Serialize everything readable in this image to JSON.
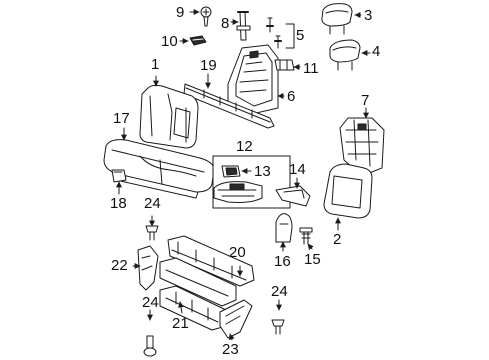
{
  "colors": {
    "line": "#1a1a1a",
    "fill": "#ffffff",
    "shade": "#2b2b2b"
  },
  "callouts": [
    {
      "id": "c9",
      "label": "9"
    },
    {
      "id": "c8",
      "label": "8"
    },
    {
      "id": "c3",
      "label": "3"
    },
    {
      "id": "c10",
      "label": "10"
    },
    {
      "id": "c5",
      "label": "5"
    },
    {
      "id": "c4",
      "label": "4"
    },
    {
      "id": "c1",
      "label": "1"
    },
    {
      "id": "c19",
      "label": "19"
    },
    {
      "id": "c11",
      "label": "11"
    },
    {
      "id": "c6",
      "label": "6"
    },
    {
      "id": "c7",
      "label": "7"
    },
    {
      "id": "c17",
      "label": "17"
    },
    {
      "id": "c12",
      "label": "12"
    },
    {
      "id": "c13",
      "label": "13"
    },
    {
      "id": "c14",
      "label": "14"
    },
    {
      "id": "c18",
      "label": "18"
    },
    {
      "id": "c24a",
      "label": "24"
    },
    {
      "id": "c2",
      "label": "2"
    },
    {
      "id": "c20",
      "label": "20"
    },
    {
      "id": "c16",
      "label": "16"
    },
    {
      "id": "c15",
      "label": "15"
    },
    {
      "id": "c22",
      "label": "22"
    },
    {
      "id": "c21",
      "label": "21"
    },
    {
      "id": "c24b",
      "label": "24"
    },
    {
      "id": "c24c",
      "label": "24"
    },
    {
      "id": "c23",
      "label": "23"
    }
  ]
}
